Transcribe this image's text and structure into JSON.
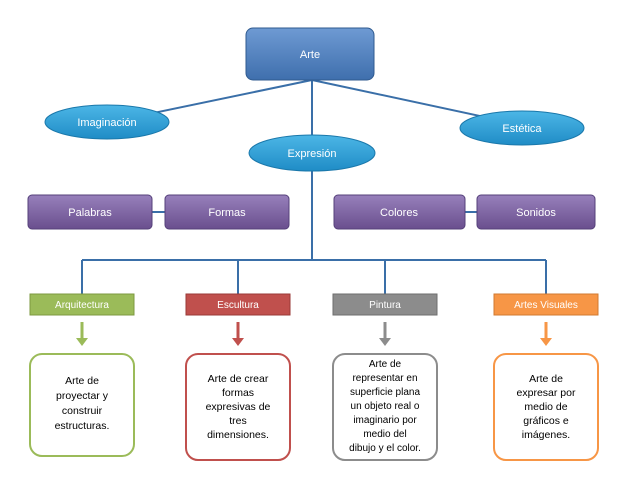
{
  "diagram": {
    "root": "Arte",
    "ovals": {
      "imaginacion": "Imaginación",
      "expresion": "Expresión",
      "estetica": "Estética"
    },
    "media": [
      "Palabras",
      "Formas",
      "Colores",
      "Sonidos"
    ],
    "categories": [
      {
        "label": "Arquitectura",
        "color": "#9bbb59",
        "desc": [
          "Arte de",
          "proyectar y",
          "construir",
          "estructuras."
        ]
      },
      {
        "label": "Escultura",
        "color": "#c0504d",
        "desc": [
          "Arte de crear",
          "formas",
          "expresivas de",
          "tres",
          "dimensiones."
        ]
      },
      {
        "label": "Pintura",
        "color": "#8c8c8c",
        "desc": [
          "Arte de",
          "representar en",
          "superficie plana",
          "un objeto real o",
          "imaginario por",
          "medio del",
          "dibujo y el color."
        ]
      },
      {
        "label": "Artes Visuales",
        "color": "#f79646",
        "desc": [
          "Arte de",
          "expresar por",
          "medio de",
          "gráficos e",
          "imágenes."
        ]
      }
    ],
    "colors": {
      "blue": "#4f81bd",
      "teal": "#2e9fd6",
      "purple": "#8064a2",
      "line": "#3a6fa8"
    }
  }
}
